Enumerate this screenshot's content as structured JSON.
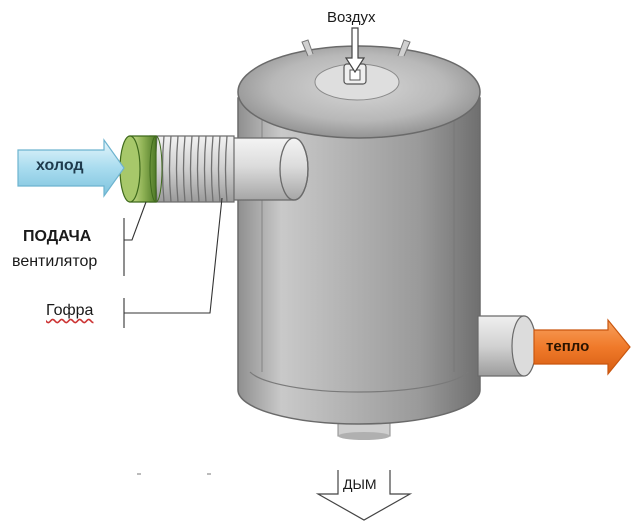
{
  "labels": {
    "air": "Воздух",
    "cold": "холод",
    "supply": "ПОДАЧА",
    "fan": "вентилятор",
    "corrugation": "Гофра",
    "heat": "тепло",
    "smoke": "ДЫМ"
  },
  "colors": {
    "cold_arrow": "#a9dcef",
    "heat_arrow": "#f07a2a",
    "fan_green": "#6f9a3d",
    "body_metal": "#a9a9a9"
  }
}
